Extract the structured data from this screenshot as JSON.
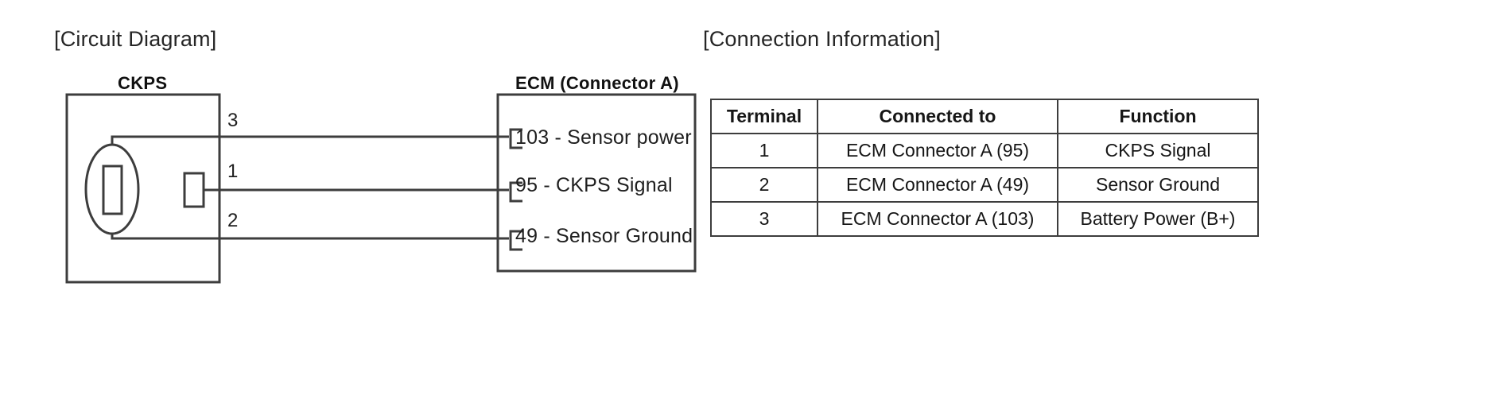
{
  "captions": {
    "circuit_diagram": "[Circuit Diagram]",
    "connection_information": "[Connection Information]"
  },
  "circuit": {
    "sensor_block": {
      "title": "CKPS",
      "terminals": [
        {
          "number": "3"
        },
        {
          "number": "1"
        },
        {
          "number": "2"
        }
      ]
    },
    "ecm_block": {
      "title": "ECM (Connector A)",
      "pins": [
        {
          "label": "103 - Sensor power"
        },
        {
          "label": "95 - CKPS Signal"
        },
        {
          "label": "49 - Sensor Ground"
        }
      ]
    }
  },
  "connection_table": {
    "headers": [
      "Terminal",
      "Connected to",
      "Function"
    ],
    "rows": [
      {
        "terminal": "1",
        "connected_to": "ECM Connector A (95)",
        "function": "CKPS Signal"
      },
      {
        "terminal": "2",
        "connected_to": "ECM Connector A (49)",
        "function": "Sensor Ground"
      },
      {
        "terminal": "3",
        "connected_to": "ECM Connector A (103)",
        "function": "Battery Power (B+)"
      }
    ]
  },
  "colors": {
    "line": "#3d3d3d",
    "text": "#1a1a1a",
    "background": "#ffffff"
  }
}
